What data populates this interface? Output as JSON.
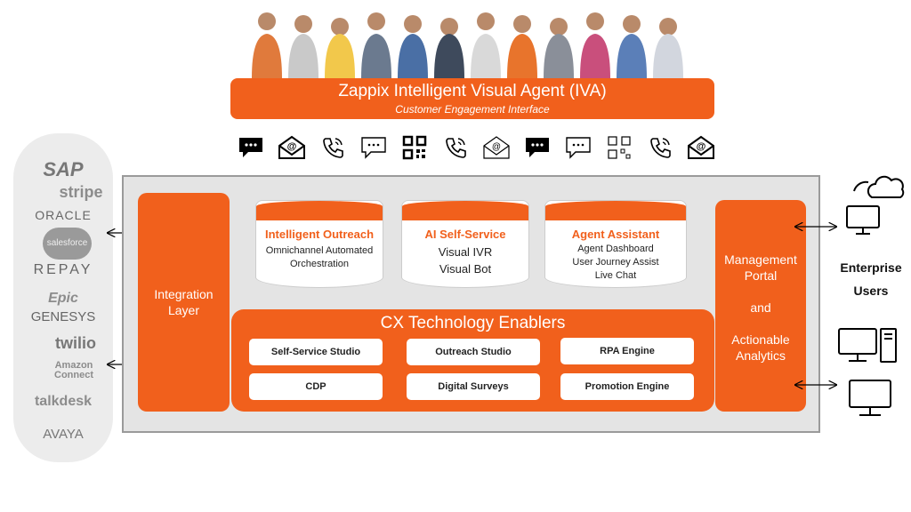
{
  "header": {
    "title": "Zappix Intelligent Visual Agent (IVA)",
    "subtitle": "Customer Engagement Interface"
  },
  "channel_icons": [
    "chat-filled-icon",
    "email-at-icon",
    "phone-icon",
    "chat-outline-icon",
    "qr-code-icon",
    "phone-icon",
    "email-at-outline-icon",
    "chat-filled-icon",
    "chat-outline-icon",
    "qr-code-outline-icon",
    "phone-icon",
    "email-at-icon"
  ],
  "partners": [
    "SAP",
    "stripe",
    "ORACLE",
    "salesforce",
    "REPAY",
    "Epic",
    "GENESYS",
    "twilio",
    "Amazon Connect",
    "talkdesk",
    "AVAYA"
  ],
  "integration": {
    "line1": "Integration",
    "line2": "Layer"
  },
  "modules": [
    {
      "title": "Intelligent Outreach",
      "lines": [
        "Omnichannel Automated",
        "Orchestration"
      ]
    },
    {
      "title": "AI Self-Service",
      "lines": [
        "Visual IVR",
        "Visual Bot"
      ]
    },
    {
      "title": "Agent Assistant",
      "lines": [
        "Agent Dashboard",
        "User Journey Assist",
        "Live Chat"
      ]
    }
  ],
  "cx": {
    "title": "CX Technology Enablers",
    "items": [
      "Self-Service Studio",
      "Outreach Studio",
      "RPA Engine",
      "CDP",
      "Digital Surveys",
      "Promotion Engine"
    ]
  },
  "management": {
    "line1": "Management",
    "line2": "Portal",
    "line3": "and",
    "line4": "Actionable",
    "line5": "Analytics"
  },
  "enterprise": {
    "line1": "Enterprise",
    "line2": "Users"
  },
  "colors": {
    "accent": "#f1601c",
    "panel": "#e4e4e4"
  }
}
